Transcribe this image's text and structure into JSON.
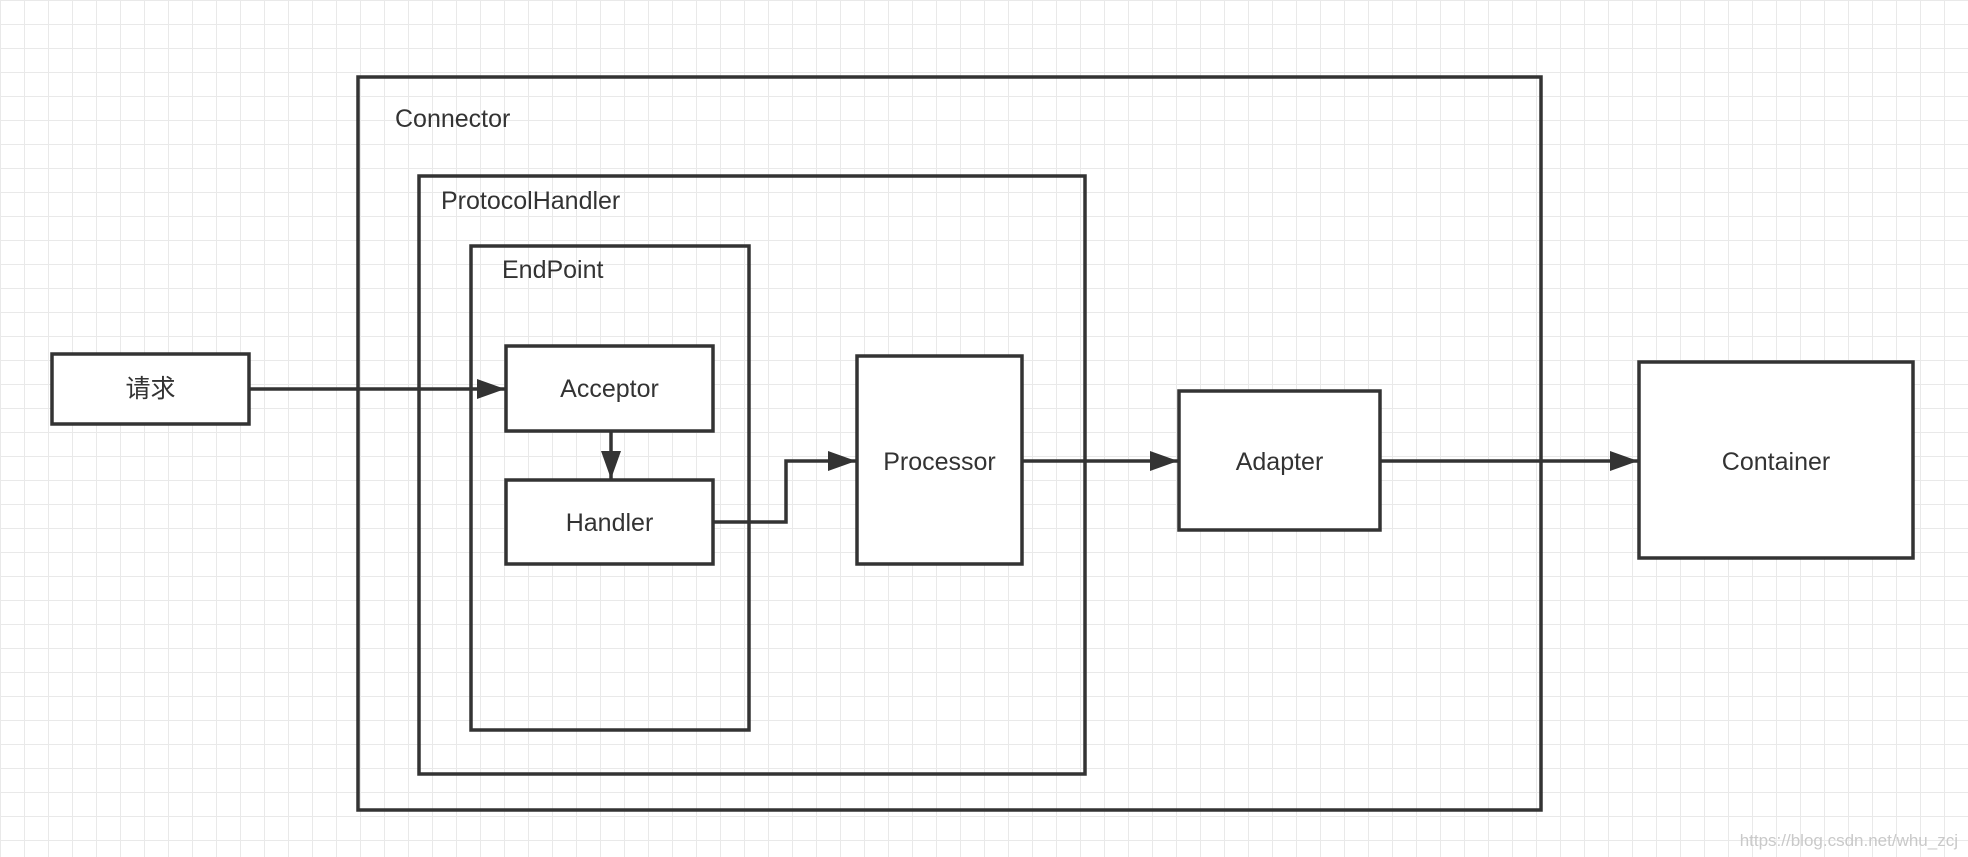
{
  "containers": {
    "connector": "Connector",
    "protocol_handler": "ProtocolHandler",
    "endpoint": "EndPoint"
  },
  "nodes": {
    "request": "请求",
    "acceptor": "Acceptor",
    "handler": "Handler",
    "processor": "Processor",
    "adapter": "Adapter",
    "container": "Container"
  },
  "watermark": "https://blog.csdn.net/whu_zcj",
  "colors": {
    "stroke": "#333333",
    "grid_minor": "#e9e9e9",
    "grid_major": "#d9d9d9",
    "background": "#ffffff"
  }
}
